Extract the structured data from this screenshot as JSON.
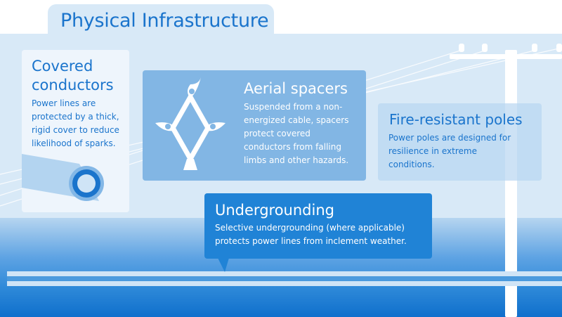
{
  "header": {
    "title": "Physical Infrastructure"
  },
  "cards": {
    "covered": {
      "title_line1": "Covered",
      "title_line2": "conductors",
      "body": "Power lines are protected by a thick, rigid cover to reduce likelihood of sparks.",
      "icon": "cable-cross-section-icon"
    },
    "aerial": {
      "title": "Aerial spacers",
      "body": "Suspended from a non-energized cable, spacers protect covered conductors from falling limbs and other hazards.",
      "icon": "spacer-icon"
    },
    "fire": {
      "title": "Fire-resistant poles",
      "body": "Power poles are designed for resilience in extreme conditions.",
      "icon": "power-pole-icon"
    },
    "under": {
      "title": "Undergrounding",
      "body": "Selective undergrounding (where applicable) protects power lines from inclement weather.",
      "icon": "underground-pipe-icon"
    }
  },
  "colors": {
    "accent": "#1a74cc",
    "background": "#d8e9f7"
  }
}
